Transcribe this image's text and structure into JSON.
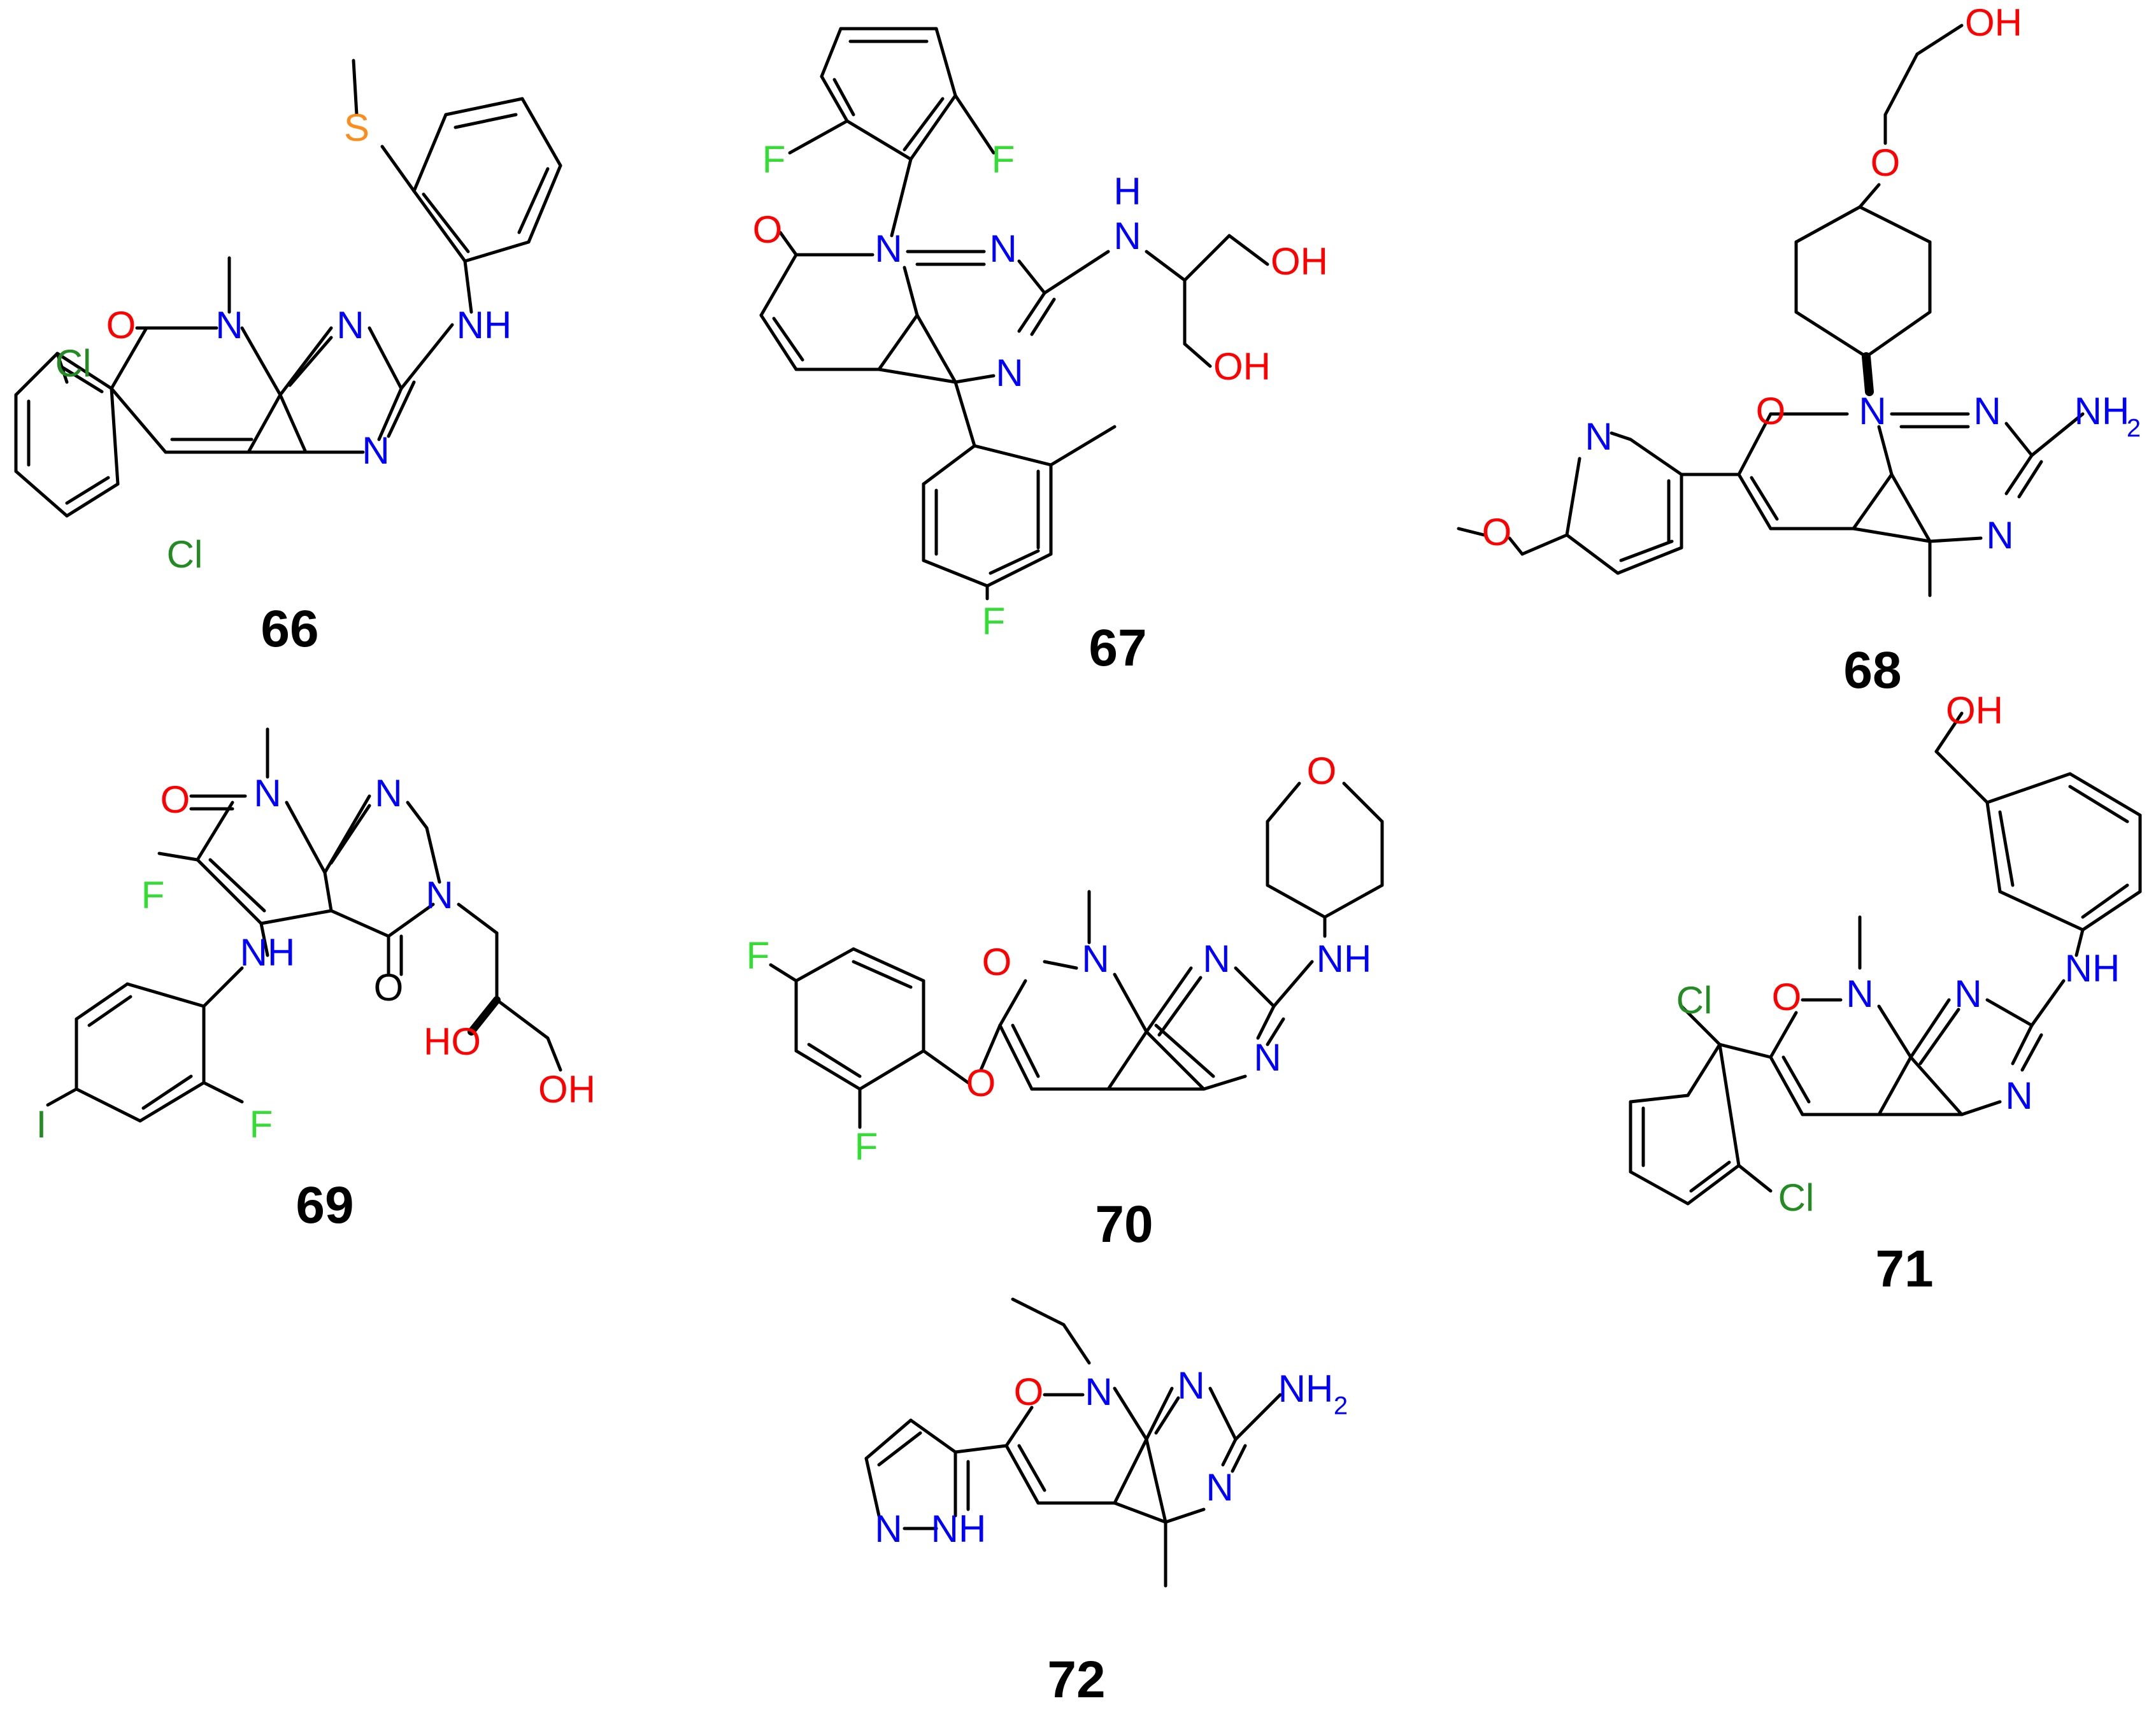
{
  "colors": {
    "bond": "#000000",
    "N": "#0000ff",
    "O": "#ff0000",
    "S": "#ff8c1a",
    "F": "#33dd33",
    "Cl": "#228b22",
    "I": "#228b22",
    "label": "#000000"
  },
  "compounds": [
    {
      "label": "66",
      "atoms": {
        "S": "S",
        "NH": "NH",
        "O": "O",
        "N1": "N",
        "N2": "N",
        "N3": "N",
        "Cl1": "Cl",
        "Cl2": "Cl"
      }
    },
    {
      "label": "67",
      "atoms": {
        "F1": "F",
        "F2": "F",
        "F3": "F",
        "O": "O",
        "N1": "N",
        "N2": "N",
        "N3": "N",
        "NH": "H",
        "NHN": "N",
        "OH1": "OH",
        "OH2": "OH"
      }
    },
    {
      "label": "68",
      "atoms": {
        "OH": "OH",
        "O": "O",
        "Oring": "O",
        "N1": "N",
        "N2": "N",
        "N3": "N",
        "NH2": "NH",
        "sub2": "2",
        "Npy": "N",
        "OMe": "O"
      }
    },
    {
      "label": "69",
      "atoms": {
        "O1": "O",
        "N1": "N",
        "N2": "N",
        "N3": "N",
        "F1": "F",
        "NH": "NH",
        "O2": "O",
        "HO": "HO",
        "OH": "OH",
        "I": "I",
        "F2": "F"
      }
    },
    {
      "label": "70",
      "atoms": {
        "F1": "F",
        "F2": "F",
        "O1": "O",
        "O2": "O",
        "N1": "N",
        "N2": "N",
        "N3": "N",
        "NH": "NH",
        "Oring": "O"
      }
    },
    {
      "label": "71",
      "atoms": {
        "OH": "OH",
        "O": "O",
        "N1": "N",
        "N2": "N",
        "N3": "N",
        "NH": "NH",
        "Cl1": "Cl",
        "Cl2": "Cl"
      }
    },
    {
      "label": "72",
      "atoms": {
        "O": "O",
        "N1": "N",
        "N2": "N",
        "N3": "N",
        "NH2": "NH",
        "sub2": "2",
        "Npz": "N",
        "NHpz": "NH"
      }
    }
  ]
}
